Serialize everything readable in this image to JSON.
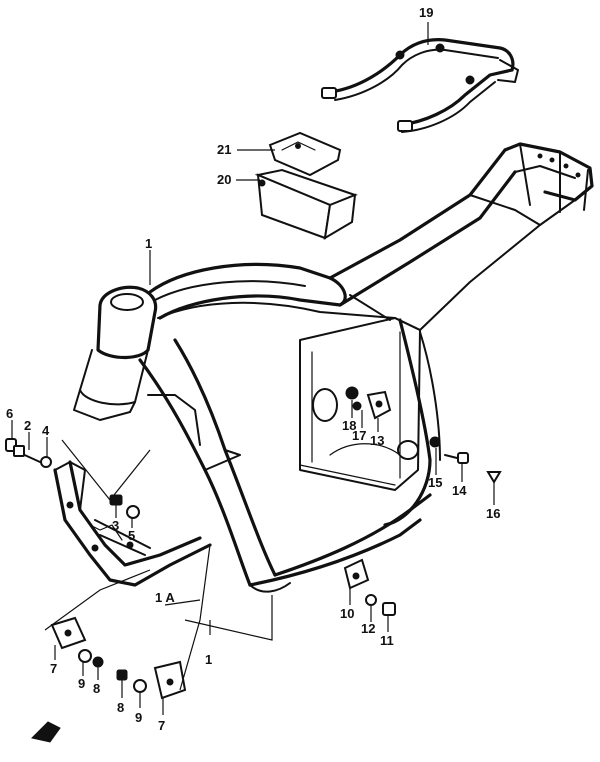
{
  "diagram": {
    "callouts": {
      "c19": "19",
      "c21": "21",
      "c20": "20",
      "c1_top": "1",
      "c6": "6",
      "c2": "2",
      "c4": "4",
      "c3": "3",
      "c5": "5",
      "c18": "18",
      "c17": "17",
      "c13": "13",
      "c15": "15",
      "c14": "14",
      "c16": "16",
      "c1a": "1 A",
      "c1_bottom": "1",
      "c10": "10",
      "c12": "12",
      "c11": "11",
      "c7_left": "7",
      "c9_left": "9",
      "c8_left": "8",
      "c8_right": "8",
      "c9_right": "9",
      "c7_right": "7"
    }
  }
}
